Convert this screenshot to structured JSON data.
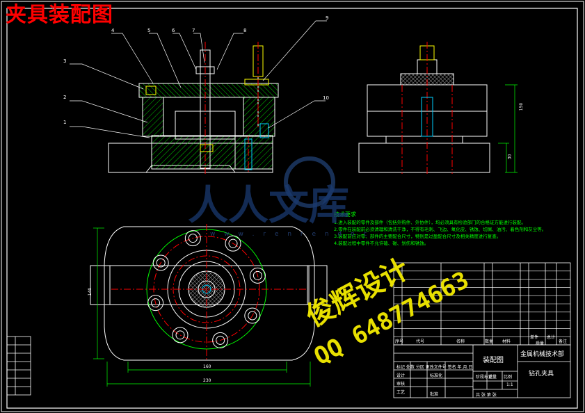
{
  "title": "夹具装配图",
  "balloons": [
    "1",
    "2",
    "3",
    "4",
    "5",
    "6",
    "7",
    "8",
    "9",
    "10"
  ],
  "dims": {
    "front_height": "150",
    "front_small": "30",
    "plan_width_inner": "160",
    "plan_width_outer": "230",
    "plan_height": "140"
  },
  "tech": {
    "title": "技术要求",
    "items": [
      "1.进入装配的零件及部件（包括外购件、外协件），均必须具有检验部门的合格证方能进行装配。",
      "2.零件在装配前必须清理和清洗干净，不得有毛刺、飞边、氧化皮、锈蚀、切屑、油污、着色剂和灰尘等。",
      "3.装配前应对零、部件的主要配合尺寸，特别是过盈配合尺寸及相关精度进行复查。",
      "4.装配过程中零件不允许磕、碰、划伤和锈蚀。"
    ]
  },
  "bom_headers": {
    "seq": "序号",
    "code": "代号",
    "name": "名称",
    "qty": "数量",
    "material": "材料",
    "unit": "单件",
    "total": "总计",
    "mass": "质量",
    "remark": "备注"
  },
  "title_block": {
    "drawing_name": "装配图",
    "company": "金属机械技术部",
    "part_name": "钻孔夹具",
    "scale": "1:1",
    "mark_row": "标记 处数 分区 更改文件号 签名 年.月.日",
    "design": "设计",
    "std": "标准化",
    "review": "审核",
    "craft": "工艺",
    "approve": "批准",
    "stage": "阶段标记",
    "weight": "重量",
    "ratio": "比例",
    "sheet": "共 张 第 张"
  },
  "watermark": {
    "site": "人人文库",
    "url": "w w w . r e n r e n d o c",
    "brand": "俊辉设计",
    "qq": "QQ 648774663"
  },
  "colors": {
    "outline": "#ffffff",
    "center": "#ff0000",
    "hatch": "#00ff00",
    "dimension": "#00ff00",
    "part": "#00d0ff",
    "highlight": "#ffff00"
  }
}
